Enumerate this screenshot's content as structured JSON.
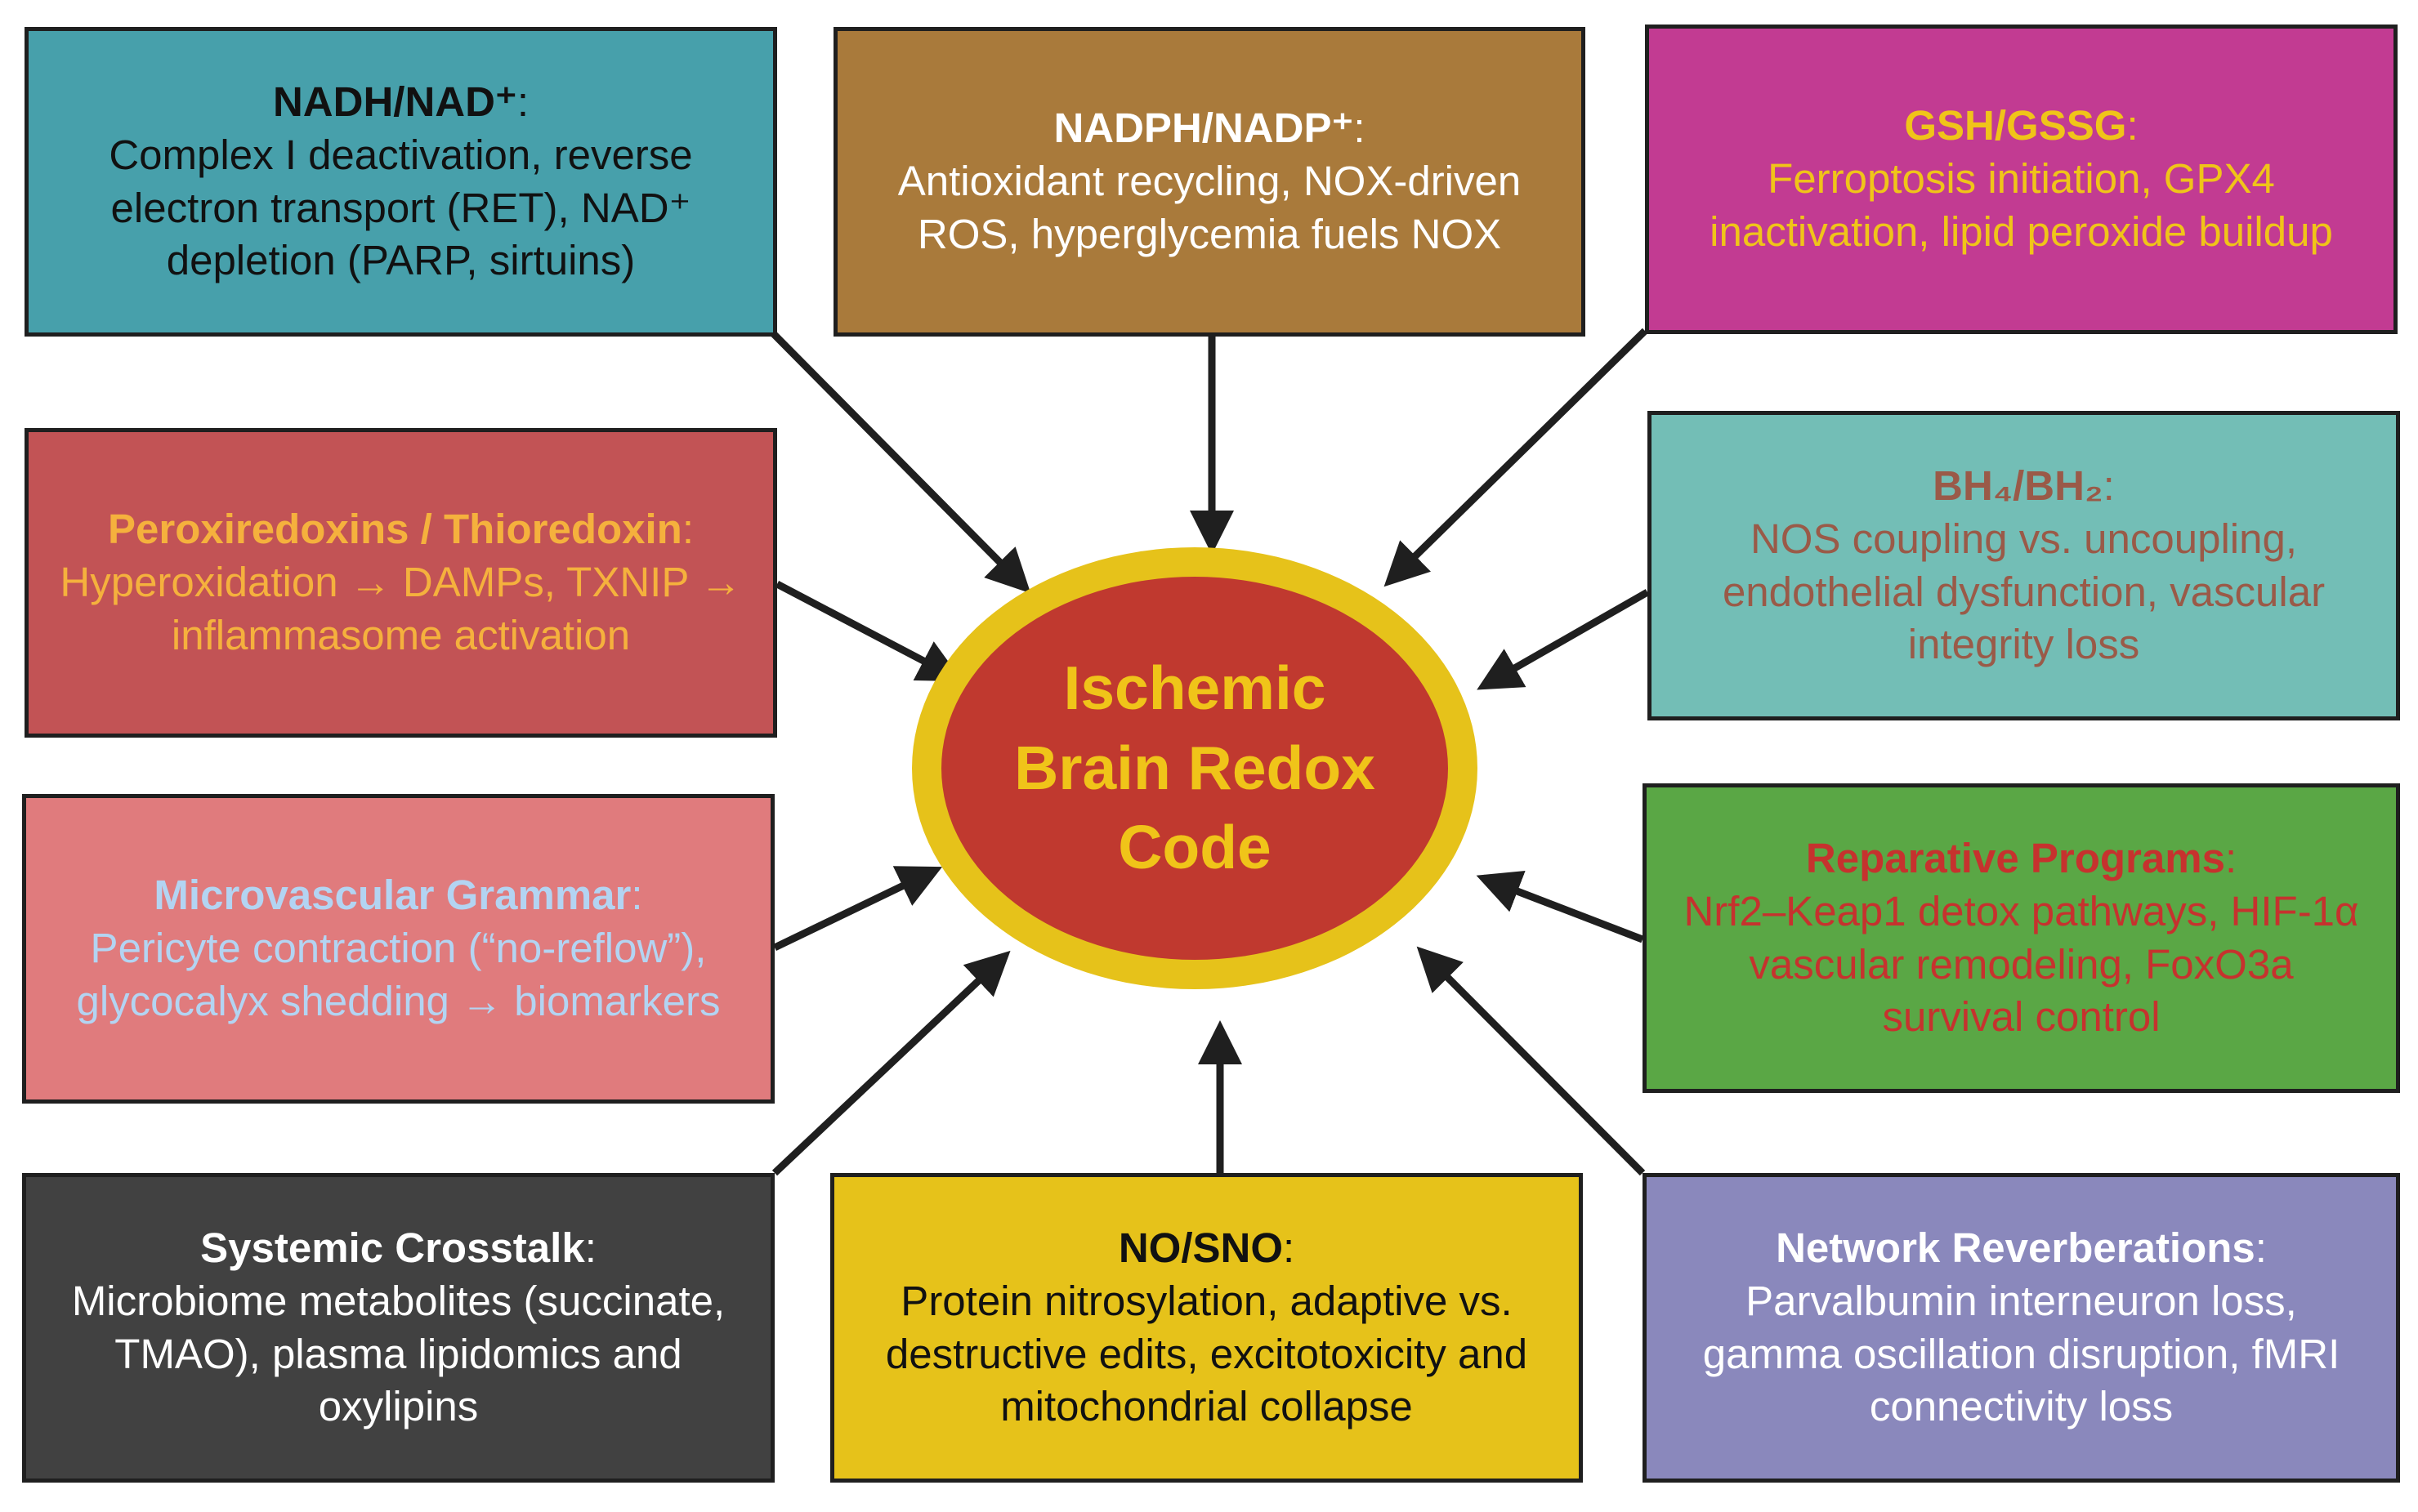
{
  "center": {
    "lines": [
      "Ischemic",
      "Brain Redox",
      "Code"
    ],
    "text_color": "#f0c419",
    "fill_color": "#c0392f",
    "ring_color": "#e6c21a"
  },
  "boxes": {
    "nadh": {
      "title": "NADH/NAD⁺",
      "title_suffix": ":",
      "body": "Complex I deactivation, reverse electron transport (RET), NAD⁺ depletion (PARP, sirtuins)",
      "fill_color": "#47a0ab",
      "title_color": "#111111",
      "text_color": "#111111"
    },
    "nadph": {
      "title": "NADPH/NADP⁺",
      "title_suffix": ":",
      "body": "Antioxidant recycling, NOX-driven ROS, hyperglycemia fuels NOX",
      "fill_color": "#a97a3b",
      "title_color": "#ffffff",
      "text_color": "#ffffff"
    },
    "gsh": {
      "title": "GSH/GSSG",
      "title_suffix": ":",
      "body": "Ferroptosis initiation, GPX4 inactivation, lipid peroxide buildup",
      "fill_color": "#c23b92",
      "title_color": "#f0c419",
      "text_color": "#f0c419"
    },
    "perox": {
      "title": "Peroxiredoxins / Thioredoxin",
      "title_suffix": ":",
      "body": "Hyperoxidation → DAMPs, TXNIP → inflammasome activation",
      "fill_color": "#c25355",
      "title_color": "#f5b13d",
      "text_color": "#f5b13d"
    },
    "bh4": {
      "title": "BH₄/BH₂",
      "title_suffix": ":",
      "body": "NOS coupling vs. uncoupling, endothelial dysfunction, vascular integrity loss",
      "fill_color": "#73beb6",
      "title_color": "#9a5a48",
      "text_color": "#9a5a48"
    },
    "micro": {
      "title": "Microvascular Grammar",
      "title_suffix": ":",
      "body": "Pericyte contraction (“no-reflow”), glycocalyx shedding → biomarkers",
      "fill_color": "#e07b7d",
      "title_color": "#b3d4f2",
      "text_color": "#b3d4f2"
    },
    "repar": {
      "title": "Reparative Programs",
      "title_suffix": ":",
      "body": "Nrf2–Keap1 detox pathways, HIF-1α vascular remodeling, FoxO3a survival control",
      "fill_color": "#5aa745",
      "title_color": "#c6322e",
      "text_color": "#c6322e"
    },
    "system": {
      "title": "Systemic Crosstalk",
      "title_suffix": ":",
      "body": "Microbiome metabolites (succinate, TMAO), plasma lipidomics and oxylipins",
      "fill_color": "#414141",
      "title_color": "#ffffff",
      "text_color": "#ffffff"
    },
    "no": {
      "title": "NO/SNO",
      "title_suffix": ":",
      "body": "Protein nitrosylation, adaptive vs. destructive edits, excitotoxicity and mitochondrial collapse",
      "fill_color": "#e6c21a",
      "title_color": "#111111",
      "text_color": "#111111"
    },
    "network": {
      "title": "Network Reverberations",
      "title_suffix": ":",
      "body": "Parvalbumin interneuron loss, gamma oscillation disruption, fMRI connectivity loss",
      "fill_color": "#8a88bc",
      "title_color": "#ffffff",
      "text_color": "#ffffff"
    }
  },
  "arrow_color": "#1f1f1f"
}
